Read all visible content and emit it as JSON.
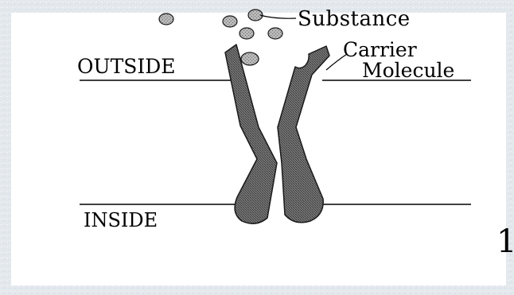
{
  "diagram": {
    "labels": {
      "outside": "OUTSIDE",
      "inside": "INSIDE",
      "substance": "Substance",
      "carrier": "Carrier",
      "molecule": "Molecule",
      "slide_number": "1"
    },
    "colors": {
      "background": "#ffffff",
      "border_texture": "#e6ebef",
      "protein_fill": "#6a6a6a",
      "protein_stroke": "#1a1a1a",
      "particle_fill": "#b3b3b3",
      "membrane_line": "#000000"
    },
    "icons": {
      "particle": "stippled-circle",
      "carrier": "channel-protein-halves"
    }
  }
}
